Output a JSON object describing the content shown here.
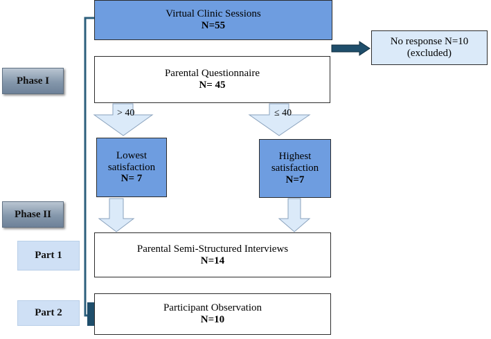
{
  "sessions": {
    "title": "Virtual Clinic Sessions",
    "n": "N=55"
  },
  "no_response": {
    "line1": "No response N=10",
    "line2": "(excluded)"
  },
  "questionnaire": {
    "title": "Parental Questionnaire",
    "n": "N= 45"
  },
  "split_left_label": "> 40",
  "split_right_label": "≤ 40",
  "lowest": {
    "line1": "Lowest",
    "line2": "satisfaction",
    "n": "N= 7"
  },
  "highest": {
    "line1": "Highest",
    "line2": "satisfaction",
    "n": "N=7"
  },
  "interviews": {
    "title": "Parental Semi-Structured Interviews",
    "n": "N=14"
  },
  "observation": {
    "title": "Participant Observation",
    "n": "N=10"
  },
  "side_labels": {
    "phase1": "Phase I",
    "phase2": "Phase II",
    "part1": "Part 1",
    "part2": "Part 2"
  },
  "colors": {
    "box_blue": "#6e9de0",
    "box_light": "#dbeaf9",
    "arrow_dark": "#1f4e6b",
    "connector": "#2c5f7c"
  }
}
